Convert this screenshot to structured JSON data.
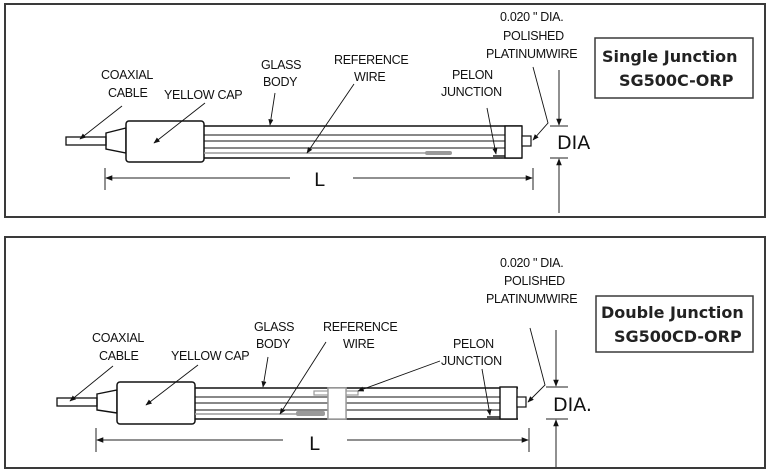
{
  "panels": [
    {
      "variant": "single",
      "title_line1": "Single Junction",
      "title_line2": "SG500C-ORP",
      "labels": {
        "coaxial_line1": "COAXIAL",
        "coaxial_line2": "CABLE",
        "yellow_cap": "YELLOW CAP",
        "glass_line1": "GLASS",
        "glass_line2": "BODY",
        "reference_line1": "REFERENCE",
        "reference_line2": "WIRE",
        "pelon_line1": "PELON",
        "pelon_line2": "JUNCTION",
        "platinum_line1": "0.020 \" DIA.",
        "platinum_line2": "POLISHED",
        "platinum_line3": "PLATINUMWIRE",
        "length_dim": "L",
        "dia_dim": "DIA"
      }
    },
    {
      "variant": "double",
      "title_line1": "Double Junction",
      "title_line2": "SG500CD-ORP",
      "labels": {
        "coaxial_line1": "COAXIAL",
        "coaxial_line2": "CABLE",
        "yellow_cap": "YELLOW CAP",
        "glass_line1": "GLASS",
        "glass_line2": "BODY",
        "reference_line1": "REFERENCE",
        "reference_line2": "WIRE",
        "pelon_line1": "PELON",
        "pelon_line2": "JUNCTION",
        "platinum_line1": "0.020 \" DIA.",
        "platinum_line2": "POLISHED",
        "platinum_line3": "PLATINUMWIRE",
        "length_dim": "L",
        "dia_dim": "DIA."
      }
    }
  ]
}
